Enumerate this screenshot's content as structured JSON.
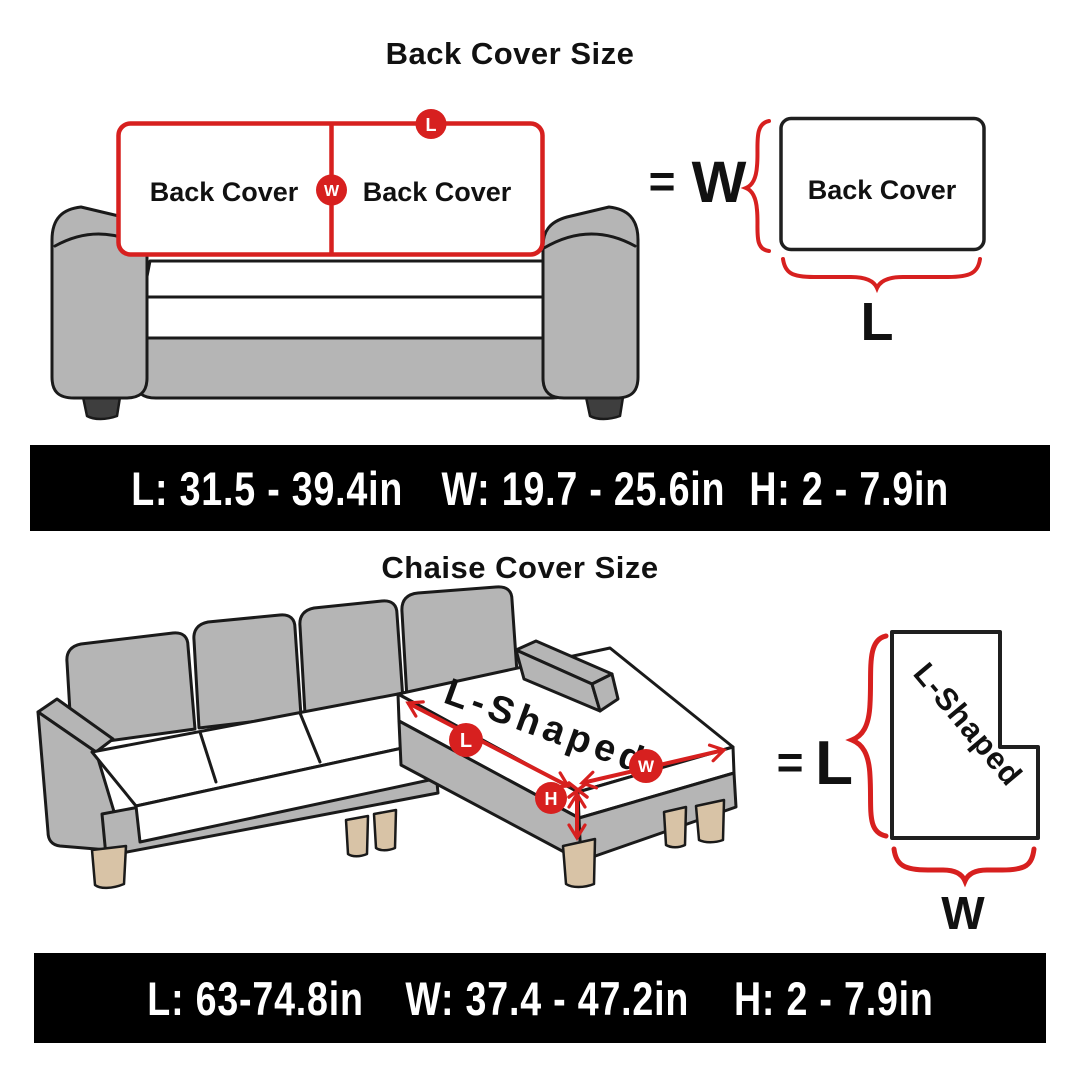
{
  "colors": {
    "accent_red": "#d7201f",
    "sofa_gray": "#b5b5b5",
    "outline": "#1a1a1a",
    "foot_tan": "#d8c3a6",
    "bar_background": "#000000",
    "bar_text": "#ffffff"
  },
  "section_back": {
    "title": "Back Cover Size",
    "sofa_left_cushion_label": "Back Cover",
    "sofa_right_cushion_label": "Back Cover",
    "badge_w": "W",
    "badge_l": "L",
    "equals_sign": "=",
    "width_letter": "W",
    "diagram_rect_label": "Back Cover",
    "length_letter": "L",
    "bar": {
      "length": "L: 31.5 - 39.4in",
      "width": "W: 19.7 - 25.6in",
      "height": "H: 2 - 7.9in"
    }
  },
  "section_chaise": {
    "title": "Chaise Cover Size",
    "chaise_surface_label": "L-Shaped",
    "badge_l": "L",
    "badge_w": "W",
    "badge_h": "H",
    "equals_sign": "=",
    "length_letter": "L",
    "diagram_shape_label": "L-Shaped",
    "width_letter": "W",
    "bar": {
      "length": "L: 63-74.8in",
      "width": "W: 37.4 - 47.2in",
      "height": "H: 2 - 7.9in"
    }
  }
}
